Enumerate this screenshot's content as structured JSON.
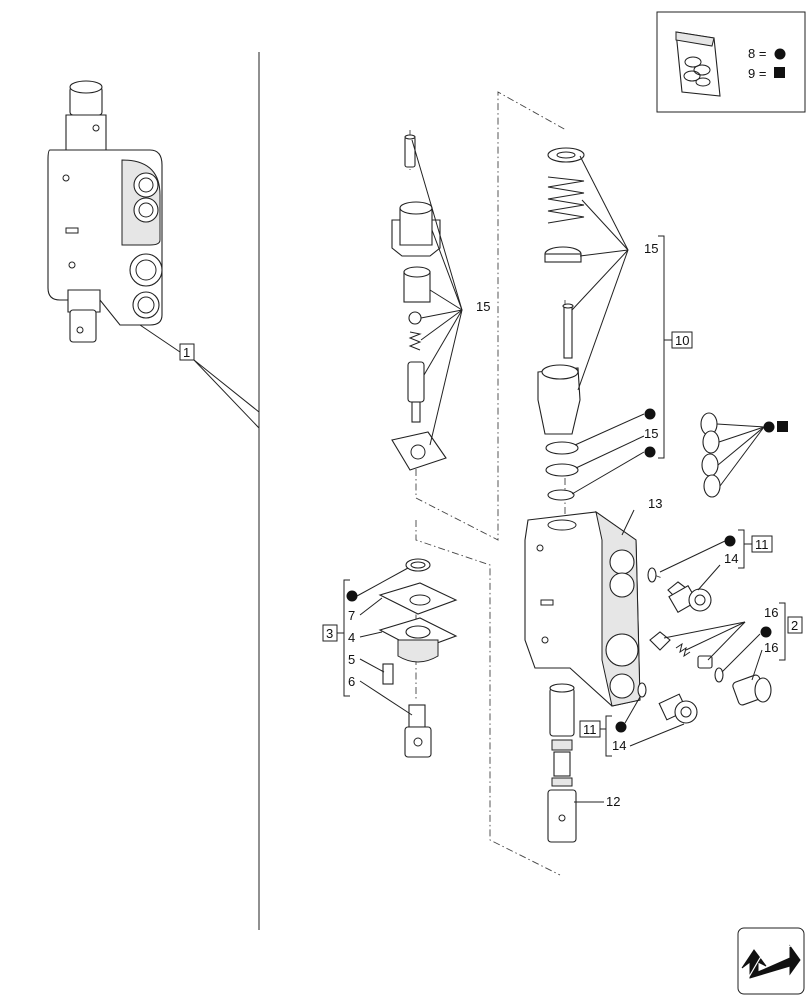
{
  "legend": {
    "item_8_label": "8 =",
    "item_8_symbol": "circle",
    "item_9_label": "9 =",
    "item_9_symbol": "square"
  },
  "callouts": {
    "c1": "1",
    "c2": "2",
    "c3": "3",
    "c4": "4",
    "c5": "5",
    "c6": "6",
    "c7": "7",
    "c10": "10",
    "c11a": "11",
    "c11b": "11",
    "c12": "12",
    "c13": "13",
    "c14a": "14",
    "c14b": "14",
    "c15a": "15",
    "c15b": "15",
    "c15c": "15",
    "c16a": "16",
    "c16b": "16"
  },
  "nav": {
    "icon": "next-page-arrow-icon"
  },
  "colors": {
    "ink": "#222222",
    "shade": "#e6e6e6"
  }
}
